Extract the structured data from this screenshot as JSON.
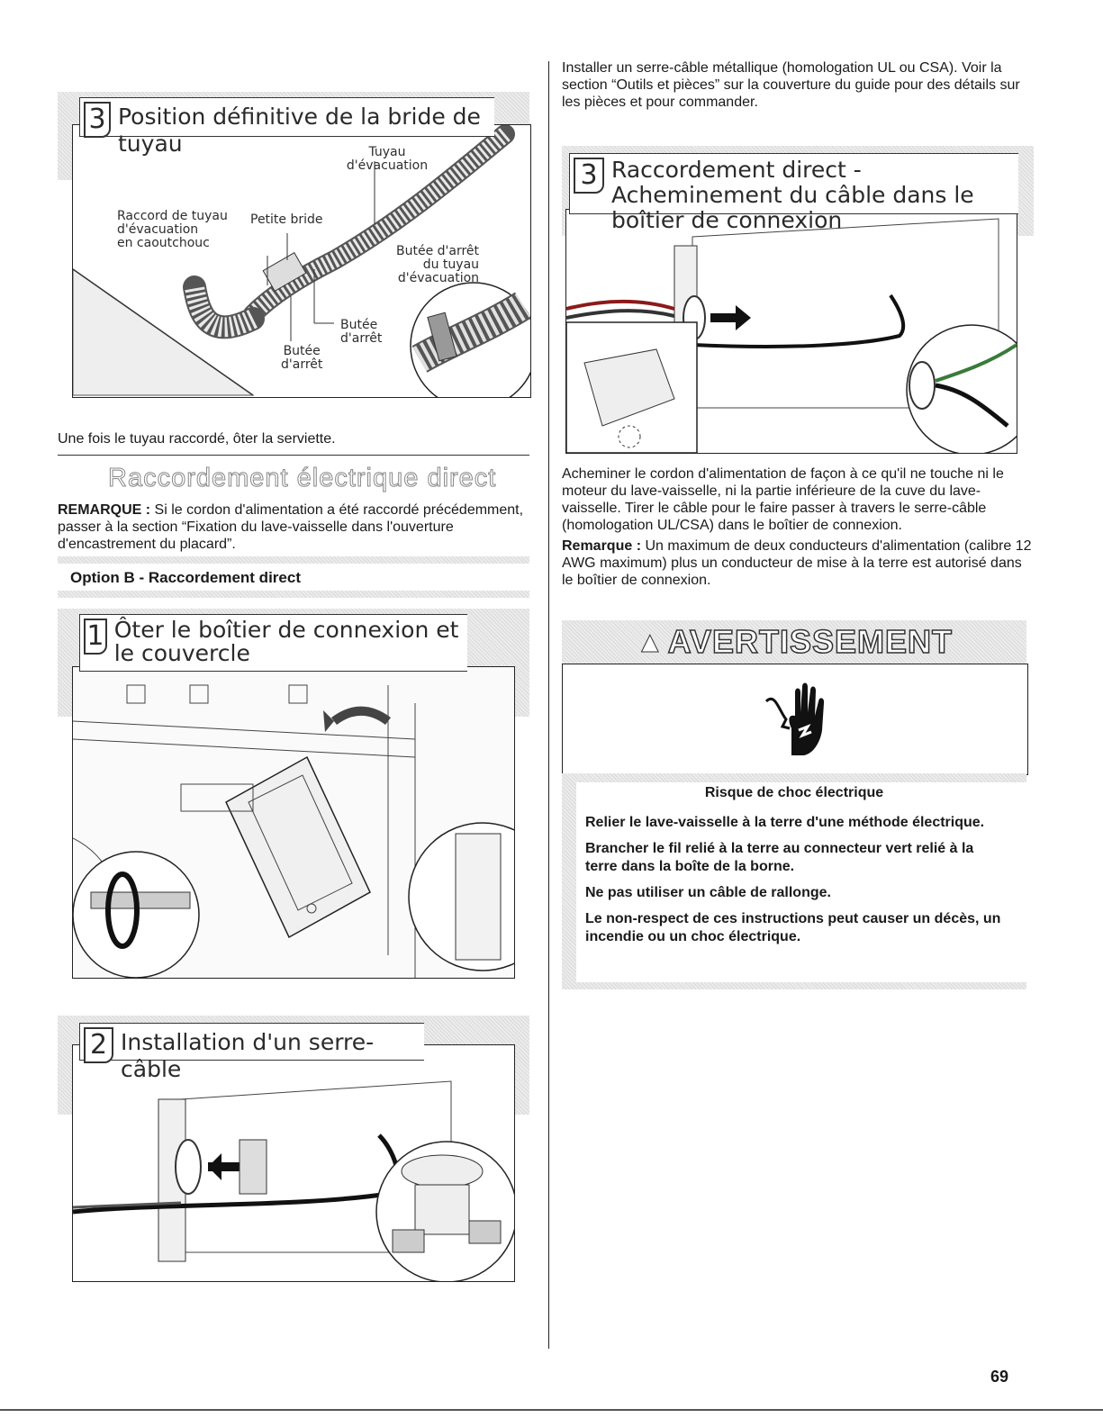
{
  "left": {
    "step3_tuyau": {
      "number": "3",
      "title": "Position définitive de la bride de tuyau",
      "callouts": {
        "tuyau": "Tuyau\nd'évacuation",
        "raccord": "Raccord de tuyau\nd'évacuation\nen caoutchouc",
        "petite_bride": "Petite bride",
        "butee_tuyau": "Butée d'arrêt\ndu tuyau\nd'évacuation",
        "butee_right": "Butée\nd'arrêt",
        "butee_bottom": "Butée\nd'arrêt"
      }
    },
    "after_text": "Une fois le tuyau raccordé, ôter la serviette.",
    "section_title": "Raccordement électrique direct",
    "remarque_label": "REMARQUE :",
    "remarque_text": " Si le cordon d'alimentation a été raccordé précédemment, passer à la section “Fixation du lave-vaisselle dans l'ouverture d'encastrement du placard”.",
    "option_b": "Option B - Raccordement direct",
    "step1": {
      "number": "1",
      "title": "Ôter le boîtier de connexion et le couvercle"
    },
    "step2": {
      "number": "2",
      "title": "Installation d'un serre-câble"
    }
  },
  "right": {
    "intro_text": "Installer un serre-câble métallique (homologation UL ou CSA). Voir la section “Outils et pièces” sur la couverture du guide pour des détails sur les pièces et pour commander.",
    "step3": {
      "number": "3",
      "title": "Raccordement direct - Acheminement du câble dans le boîtier de connexion"
    },
    "route_text": "Acheminer le cordon d'alimentation de façon à ce qu'il ne touche ni le moteur du lave-vaisselle, ni la partie inférieure de la cuve du lave-vaisselle. Tirer le câble pour le faire passer à travers le serre-câble (homologation UL/CSA) dans le boîtier de connexion.",
    "remarque_label": "Remarque :",
    "remarque_text": " Un maximum de deux conducteurs d'alimentation (calibre 12 AWG maximum) plus un conducteur de mise à la terre est autorisé dans le boîtier de connexion.",
    "warning": {
      "heading": "AVERTISSEMENT",
      "icon": "electric-shock-hand-icon",
      "risk": "Risque de choc électrique",
      "lines": [
        "Relier le lave-vaisselle à la terre d'une méthode électrique.",
        "Brancher le fil relié à la terre au connecteur vert relié à la terre dans la boîte de la borne.",
        "Ne pas utiliser un câble de rallonge.",
        "Le non-respect de ces instructions peut causer un décès, un incendie ou un choc électrique."
      ]
    }
  },
  "page_number": "69"
}
